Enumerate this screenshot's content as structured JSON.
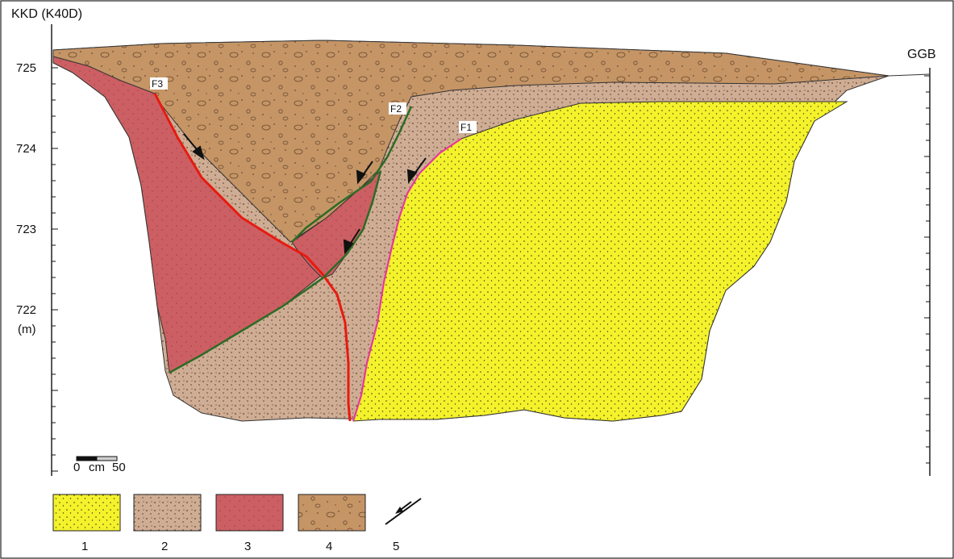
{
  "header": {
    "left_title": "KKD (K40D)",
    "right_title": "GGB"
  },
  "axis": {
    "ticks": [
      "725",
      "724",
      "723",
      "722"
    ],
    "unit": "(m)"
  },
  "faults": {
    "f1": "F1",
    "f2": "F2",
    "f3": "F3"
  },
  "scale_bar": {
    "zero": "0",
    "unit": "cm",
    "length": "50"
  },
  "legend": {
    "items": [
      "1",
      "2",
      "3",
      "4",
      "5"
    ]
  },
  "colors": {
    "unit1": "#f4f22b",
    "unit2": "#cfad94",
    "unit3": "#cc5f63",
    "unit4": "#c59566",
    "fault_red": "#e81a10",
    "fault_green": "#2d6b26",
    "fault_magenta": "#e8389c"
  }
}
